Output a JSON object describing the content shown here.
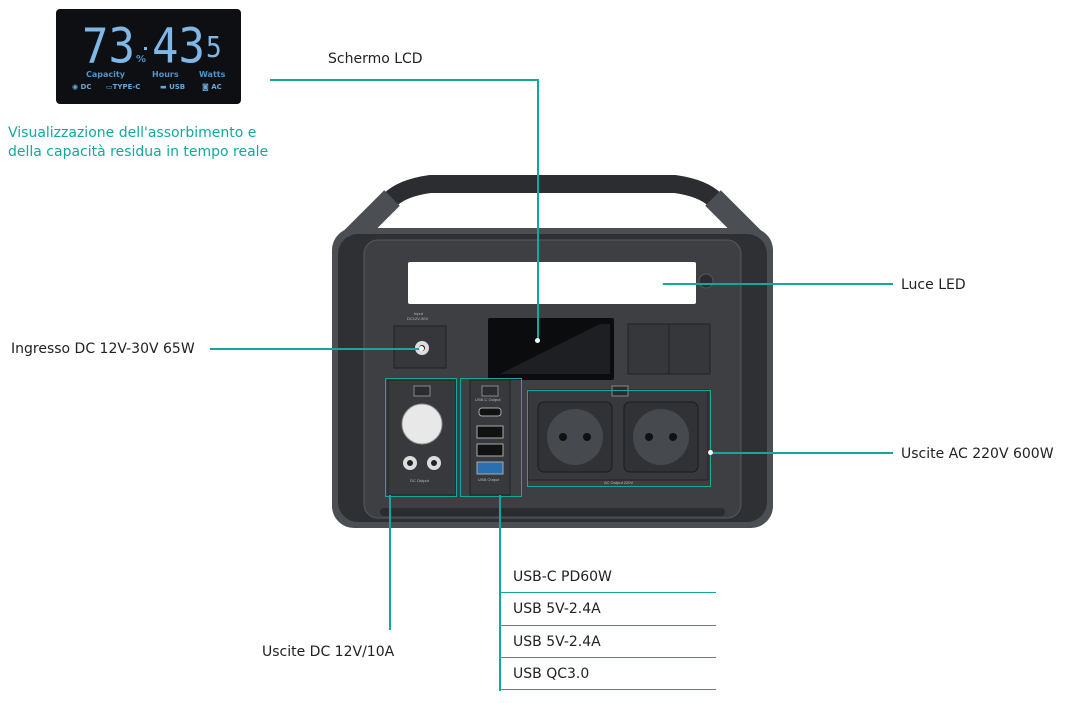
{
  "lcd": {
    "capacity": "73",
    "percent": "%",
    "hours": "43",
    "watts": "5",
    "labels": {
      "capacity": "Capacity",
      "hours": "Hours",
      "watts": "Watts"
    },
    "ports": {
      "dc": "DC",
      "typec": "TYPE-C",
      "usb": "USB",
      "ac": "AC"
    }
  },
  "caption": {
    "line1": "Visualizzazione dell'assorbimento e",
    "line2": "della capacità residua in tempo reale"
  },
  "callouts": {
    "lcd_screen": "Schermo LCD",
    "led_light": "Luce LED",
    "dc_input": "Ingresso DC 12V-30V 65W",
    "ac_outputs": "Uscite AC 220V 600W",
    "dc_outputs": "Uscite DC 12V/10A",
    "usb_list": [
      "USB-C PD60W",
      "USB 5V-2.4A",
      "USB 5V-2.4A",
      "USB QC3.0"
    ]
  },
  "device_printed": {
    "input": "Input",
    "input_spec": "DC12V-30V",
    "dc_output": "DC Output",
    "usb_c_output": "USB-C Output",
    "usb_output": "USB Output",
    "ac_output": "AC Output 220V"
  },
  "colors": {
    "accent": "#13a89e",
    "lcd_digits": "#7fb8e6",
    "body": "#3a3c3f"
  }
}
